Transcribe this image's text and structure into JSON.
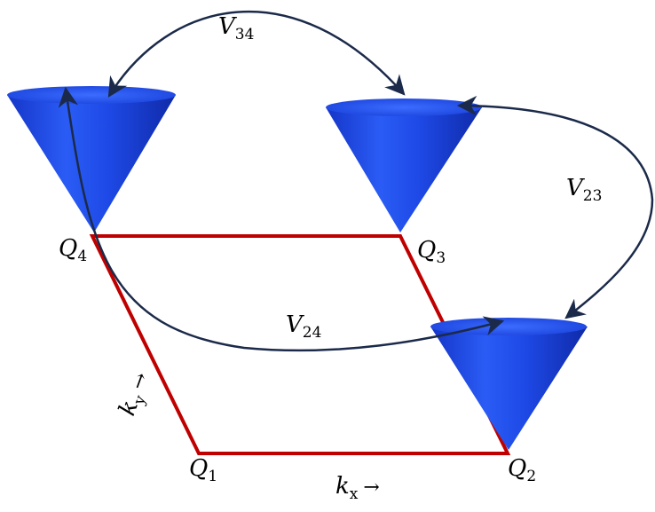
{
  "points": {
    "q1": {
      "base": "Q",
      "sub": "1"
    },
    "q2": {
      "base": "Q",
      "sub": "2"
    },
    "q3": {
      "base": "Q",
      "sub": "3"
    },
    "q4": {
      "base": "Q",
      "sub": "4"
    }
  },
  "couplings": {
    "v34": {
      "base": "V",
      "sub": "34"
    },
    "v23": {
      "base": "V",
      "sub": "23"
    },
    "v24": {
      "base": "V",
      "sub": "24"
    }
  },
  "axes": {
    "kx": {
      "base": "k",
      "sub": "x",
      "arrow": "→"
    },
    "ky": {
      "base": "k",
      "sub": "y",
      "arrow": "→"
    }
  },
  "colors": {
    "zone_boundary": "#c00000",
    "cone": "#1f4fe0",
    "arrow": "#1b2a4a"
  }
}
